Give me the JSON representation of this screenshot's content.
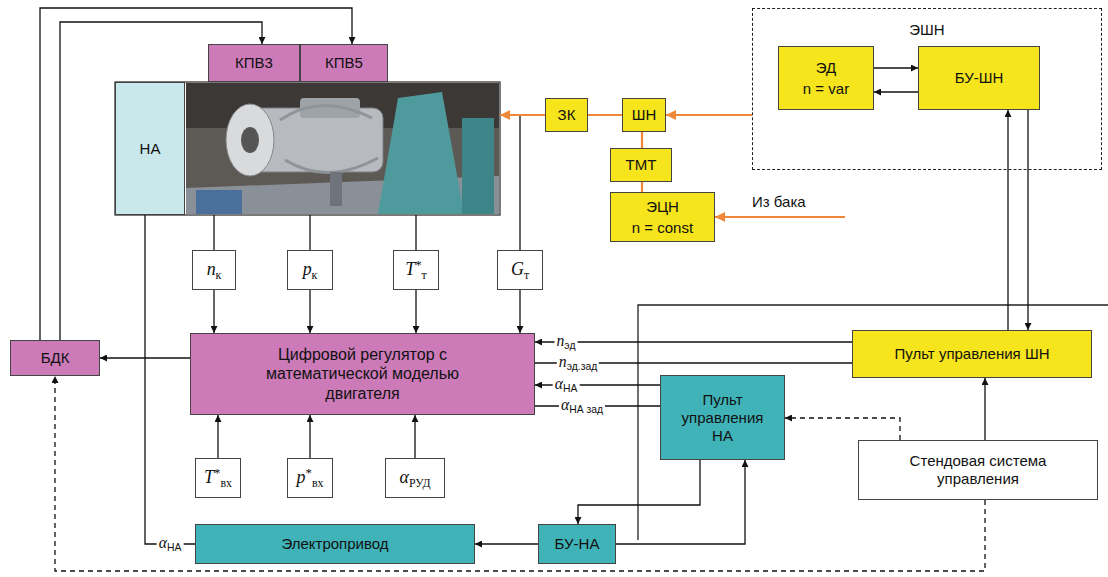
{
  "diagram": {
    "nodes": [
      {
        "text": [
          "КПВ3"
        ]
      },
      {
        "text": [
          "КПВ5"
        ]
      },
      {
        "text": [
          "ЭШН"
        ]
      },
      {
        "text": [
          "ЭД",
          "n = var"
        ],
        "in": 2
      },
      {
        "text": [
          "БУ-ШН"
        ],
        "in": 2
      },
      {
        "text": [
          "НА"
        ]
      },
      {
        "text": [
          "ЗК"
        ]
      },
      {
        "text": [
          "ШН"
        ]
      },
      {
        "text": [
          "ТМТ"
        ]
      },
      {
        "text": [
          "ЭЦН",
          "n = const"
        ]
      },
      {
        "text": [
          "nк"
        ]
      },
      {
        "text": [
          "pк"
        ]
      },
      {
        "text": [
          "T*т"
        ]
      },
      {
        "text": [
          "Gт"
        ]
      },
      {
        "text": [
          "БДК"
        ]
      },
      {
        "text": [
          "Цифровой регулятор с математической моделью двигателя"
        ]
      },
      {
        "text": [
          "Пульт управления ШН"
        ]
      },
      {
        "text": [
          "Пульт управления НА"
        ]
      },
      {
        "text": [
          "Стендовая система управления"
        ]
      },
      {
        "text": [
          "T*вх"
        ]
      },
      {
        "text": [
          "p*вх"
        ]
      },
      {
        "text": [
          "αРУД"
        ]
      },
      {
        "text": [
          "Электропривод"
        ]
      },
      {
        "text": [
          "БУ-НА"
        ]
      }
    ],
    "edges": [
      {
        "from": 14,
        "to": 0,
        "arrow": "to"
      },
      {
        "from": 14,
        "to": 1,
        "arrow": "to"
      },
      {
        "from": 3,
        "to": 4,
        "arrow": "to"
      },
      {
        "from": 4,
        "to": 3,
        "arrow": "to"
      },
      {
        "from": 2,
        "to": 7,
        "arrow": "to"
      },
      {
        "from": 7,
        "to": 6,
        "arrow": "none"
      },
      {
        "from": 7,
        "to": 8,
        "arrow": "none"
      },
      {
        "from": 8,
        "to": 9,
        "arrow": "none"
      },
      {
        "from": 10,
        "to": 15,
        "arrow": "to"
      },
      {
        "from": 11,
        "to": 15,
        "arrow": "to"
      },
      {
        "from": 12,
        "to": 15,
        "arrow": "to"
      },
      {
        "from": 13,
        "to": 15,
        "arrow": "to"
      },
      {
        "from": 15,
        "to": 14,
        "arrow": "to"
      },
      {
        "from": 19,
        "to": 15,
        "arrow": "to"
      },
      {
        "from": 20,
        "to": 15,
        "arrow": "to"
      },
      {
        "from": 21,
        "to": 15,
        "arrow": "to"
      },
      {
        "from": 16,
        "to": 15,
        "label": "nэд",
        "arrow": "to"
      },
      {
        "from": 15,
        "to": 16,
        "label": "nэд.зад",
        "arrow": "to"
      },
      {
        "from": 17,
        "to": 15,
        "label": "αНА",
        "arrow": "to"
      },
      {
        "from": 15,
        "to": 17,
        "label": "αНА зад",
        "arrow": "to"
      },
      {
        "from": 16,
        "to": 4,
        "arrow": "to"
      },
      {
        "from": 4,
        "to": 16,
        "arrow": "to"
      },
      {
        "from": 18,
        "to": 16,
        "arrow": "to"
      },
      {
        "from": 18,
        "to": 17,
        "arrow": "to"
      },
      {
        "from": 18,
        "to": 14,
        "arrow": "to"
      },
      {
        "from": 17,
        "to": 23,
        "arrow": "to"
      },
      {
        "from": 23,
        "to": 17,
        "arrow": "to"
      },
      {
        "from": 23,
        "to": 22,
        "arrow": "to"
      },
      {
        "from": 22,
        "to": 5,
        "label": "αНА",
        "arrow": "none"
      }
    ],
    "labels": [
      "Из бака"
    ]
  }
}
